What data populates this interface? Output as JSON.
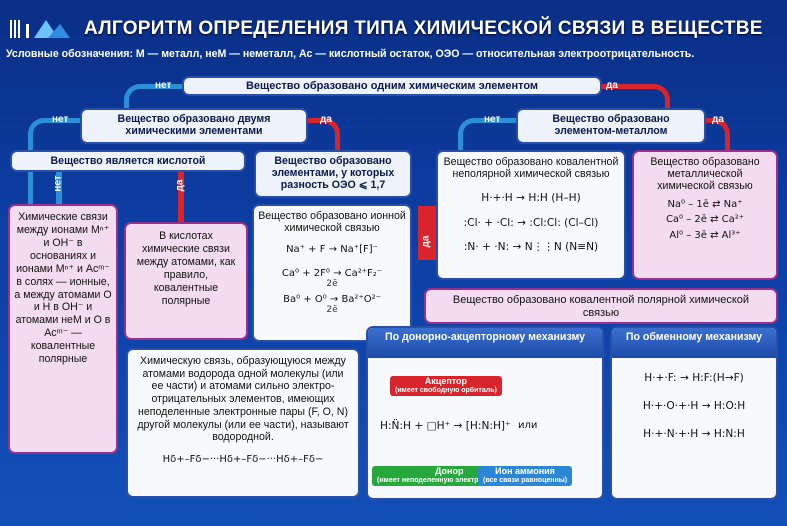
{
  "header": {
    "title": "АЛГОРИТМ ОПРЕДЕЛЕНИЯ ТИПА ХИМИЧЕСКОЙ СВЯЗИ В ВЕЩЕСТВЕ",
    "legend": "Условные обозначения: М — металл, неМ — неметалл, Ас — кислотный остаток, ОЭО — относительная электроотрицательность."
  },
  "labels": {
    "no": "нет",
    "yes": "да"
  },
  "q1": "Вещество образовано одним химическим элементом",
  "q2": "Вещество образовано двумя химическими элементами",
  "q3": "Вещество образовано элементом-металлом",
  "q4": "Вещество является кислотой",
  "q5": "Вещество образовано элементами, у которых разность ОЭО ⩽ 1,7",
  "ionic_text": "Химические связи между ионами Mⁿ⁺ и OH⁻ в основаниях и ионами Mⁿ⁺ и Acᵐ⁻ в солях — ионные, а между атомами O и H в OH⁻ и атомами неМ и O в Acᵐ⁻ — ковалентные полярные",
  "acid_text": "В кислотах химические связи между атомами, как правило, ковалентные полярные",
  "ionic_box": {
    "heading": "Вещество образовано ионной химической связью",
    "f1": "Na⁺ + F → Na⁺[F]⁻",
    "f2": "Ca⁰ + 2F⁰ → Ca²⁺F₂⁻",
    "f2e": "2ē",
    "f3": "Ba⁰ + O⁰ → Ba²⁺O²⁻",
    "f3e": "2ē"
  },
  "nonpolar_box": {
    "heading": "Вещество образовано ковалентной неполярной химической связью",
    "f1": "H·+·H → H:H (H–H)",
    "f2": ":Cl· + ·Cl: → :Cl:Cl: (Cl–Cl)",
    "f3": ":N· + ·N: → N⋮⋮N (N≡N)"
  },
  "metal_box": {
    "heading": "Вещество образовано металлической химической связью",
    "f1": "Na⁰ – 1ē ⇄ Na⁺",
    "f2": "Ca⁰ – 2ē ⇄ Ca²⁺",
    "f3": "Al⁰ – 3ē ⇄ Al³⁺"
  },
  "polar_box": {
    "heading": "Вещество образовано ковалентной полярной химической связью"
  },
  "donor_box": {
    "heading": "По донорно-акцепторному механизму",
    "acceptor": "Акцептор",
    "acceptor_note": "(имеет свободную орбиталь)",
    "donor": "Донор",
    "donor_note": "(имеет неподеленную электронную пару)",
    "ammonium": "Ион аммония",
    "ammonium_note": "(все связи равноценны)",
    "or": "или"
  },
  "exchange_box": {
    "heading": "По обменному механизму",
    "f1": "H·+·F: → H:F:(H→F)",
    "f2": "H·+·O·+·H → H:O:H",
    "f3": "H·+·N·+·H → H:N:H"
  },
  "hydrogen_box": {
    "text": "Химическую связь, образующуюся между атомами водорода одной молекулы (или ее части) и атомами сильно электро-отрицательных элементов, имеющих неподеленные электронные пары (F, O, N) другой молекулы (или ее части), называют водородной.",
    "formula": "Hδ+–Fδ−···Hδ+–Fδ−···Hδ+–Fδ−"
  },
  "colors": {
    "bg": "#0d3da2",
    "no_path": "#2a8fd6",
    "yes_path": "#d9242c",
    "box_border": "#2a4fa8",
    "pink_border": "#9a2f8e"
  }
}
